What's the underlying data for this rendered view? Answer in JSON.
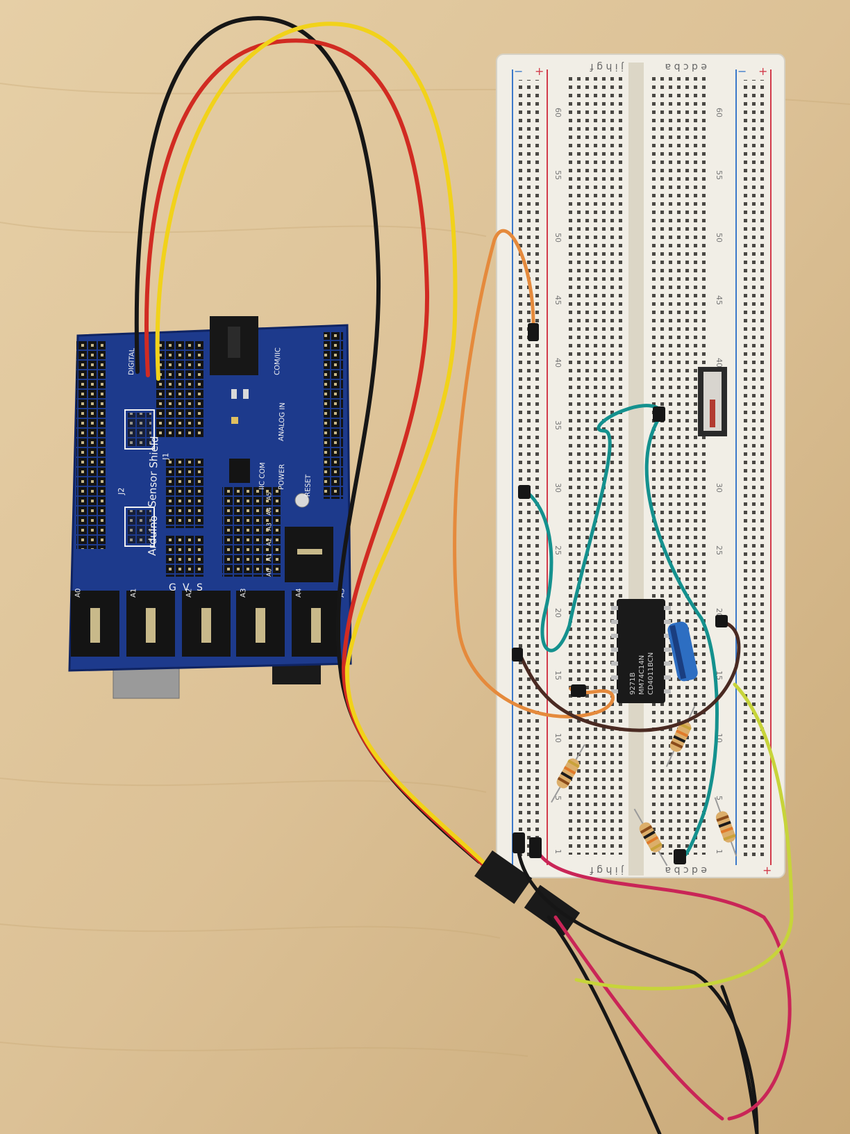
{
  "shield": {
    "brand": "Arduino",
    "name": "Sensor Shield",
    "header_digital": "DIGITAL",
    "header_com": "COM/IIC",
    "header_analog": "ANALOG IN",
    "header_power": "POWER",
    "header_reset": "RESET",
    "header_iic": "IIC COM",
    "label_j1": "J1",
    "label_j2": "J2",
    "gvs_labels": [
      "G",
      "V",
      "S"
    ],
    "analog_pins": [
      "A0",
      "A1",
      "A2",
      "A3",
      "A4",
      "A5"
    ],
    "port_labels": [
      "A0",
      "A1",
      "A2",
      "A3",
      "A4",
      "A5"
    ]
  },
  "breadboard": {
    "row_numbers_left": [
      "60",
      "55",
      "50",
      "45",
      "40",
      "35",
      "30",
      "25",
      "20",
      "15",
      "10",
      "5",
      "1"
    ],
    "row_numbers_right": [
      "60",
      "55",
      "50",
      "45",
      "40",
      "35",
      "30",
      "25",
      "20",
      "15",
      "10",
      "5",
      "1"
    ],
    "col_letters_left": "j i h g f",
    "col_letters_right": "e d c b a",
    "rail_minus": "−",
    "rail_plus": "+"
  },
  "ic": {
    "line1": "CD4011BCN",
    "line2": "MM74C14N",
    "line3": "9271B"
  },
  "colors": {
    "table": "#dcc295",
    "shield": "#1d3a8c",
    "breadboard": "#f1eee6",
    "wire_black": "#161616",
    "wire_red": "#d12b22",
    "wire_yellow": "#f1d21a",
    "wire_orange": "#e58a3c",
    "wire_teal": "#14918e",
    "wire_brown": "#4a2a22",
    "wire_pink": "#c92557",
    "wire_lime": "#c7d43a",
    "rail_red": "#d23a4a",
    "rail_blue": "#3a78c9"
  }
}
